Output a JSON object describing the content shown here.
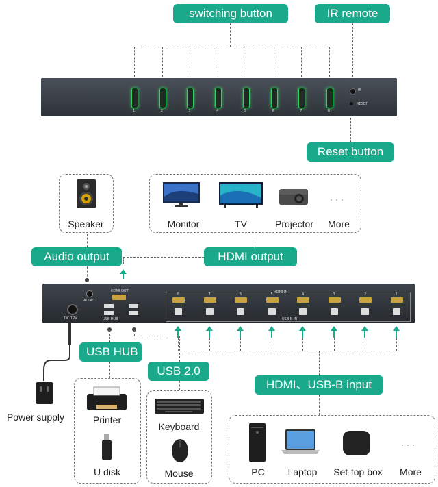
{
  "top": {
    "switching_button": "switching button",
    "ir_remote": "IR remote",
    "reset_button": "Reset button",
    "front_panel": {
      "port_numbers": [
        "1",
        "2",
        "3",
        "4",
        "5",
        "6",
        "7",
        "8"
      ],
      "reset_text": "RESET"
    }
  },
  "outputs": {
    "speaker": "Speaker",
    "displays": [
      "Monitor",
      "TV",
      "Projector",
      "More"
    ],
    "audio_output": "Audio output",
    "hdmi_output": "HDMI output"
  },
  "back_panel": {
    "audio": "AUDIO",
    "hdmi_out": "HDMI OUT",
    "usb_hub": "USB HUB",
    "dc": "DC 12V",
    "hdmi_in": "HDMI IN",
    "usb_b_in": "USB-B IN",
    "port_numbers": [
      "8",
      "7",
      "6",
      "5",
      "4",
      "3",
      "2",
      "1"
    ]
  },
  "inputs": {
    "usb_hub": "USB HUB",
    "usb20": "USB 2.0",
    "hdmi_usbb": "HDMI、USB-B input",
    "power_supply": "Power supply",
    "printer": "Printer",
    "u_disk": "U disk",
    "keyboard": "Keyboard",
    "mouse": "Mouse",
    "sources": [
      "PC",
      "Laptop",
      "Set-top box",
      "More"
    ]
  },
  "colors": {
    "accent": "#1aa98a",
    "device": "#3a4047",
    "button_glow": "#2fd15f"
  }
}
